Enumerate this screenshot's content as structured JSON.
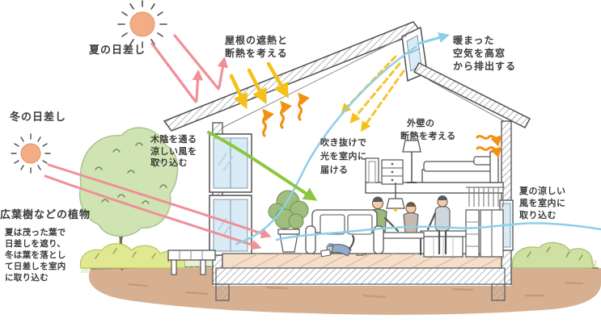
{
  "labels": {
    "summer_sun": "夏の日差し",
    "roof": [
      "屋根の遮熱と",
      "断熱を考える"
    ],
    "exhaust": [
      "暖まった",
      "空気を高窓",
      "から排出する"
    ],
    "atrium": [
      "吹き抜けで",
      "光を室内に",
      "届ける"
    ],
    "wall": [
      "外壁の",
      "断熱を考える"
    ],
    "winter_sun": "冬の日差し",
    "breeze": [
      "木陰を通る",
      "涼しい風を",
      "取り込む"
    ],
    "plants_title": "広葉樹などの植物",
    "plants_desc": [
      "夏は茂った葉で",
      "日差しを遮り、",
      "冬は葉を落とし",
      "て日差しを室内",
      "に取り込む"
    ],
    "wind": [
      "夏の涼しい",
      "風を室内に",
      "取り込む"
    ]
  },
  "colors": {
    "sun_fill": "#f2ad85",
    "pink_arrow": "#f08f97",
    "yellow_arrow": "#f3c118",
    "orange_arrow": "#f29111",
    "blue_wind": "#8ecfe8",
    "green_arrow": "#8cc63f",
    "glass": "#d9ebf5",
    "foliage": "#cfe4b2",
    "bush": "#e0e892",
    "soil": "#d6b091",
    "floor_wood": "#f6dfca",
    "outline": "#4f4f4f"
  }
}
